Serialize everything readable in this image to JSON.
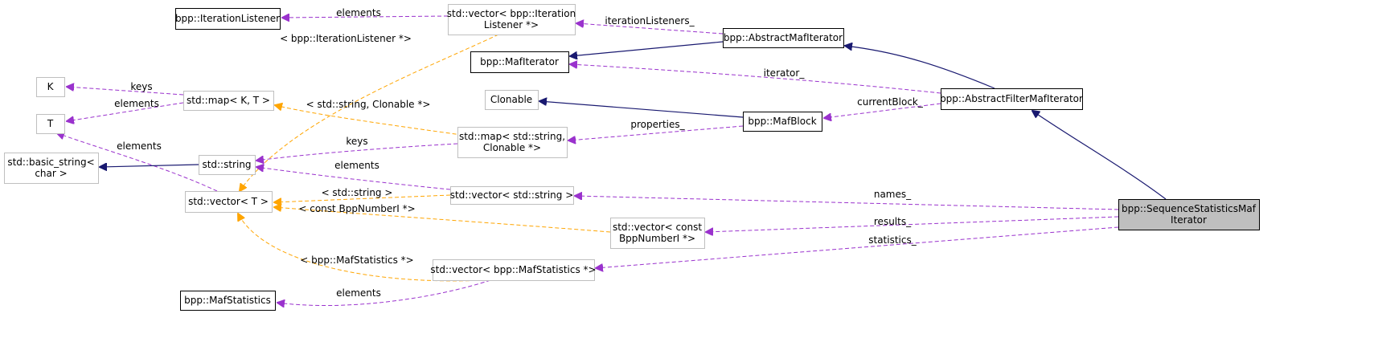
{
  "diagram": {
    "colors": {
      "inheritance": "#191970",
      "usage": "#9a32cd",
      "template": "#ffa500",
      "box_stroke_default": "#bfbfbf",
      "box_stroke_strong": "#000000",
      "box_fill_highlight": "#bfbfbf"
    },
    "nodes": [
      {
        "id": "iteration_listener",
        "lines": [
          "bpp::IterationListener"
        ],
        "style": "strong"
      },
      {
        "id": "vector_iteration_listener",
        "lines": [
          "std::vector< bpp::Iteration",
          "Listener *>"
        ],
        "style": "default"
      },
      {
        "id": "abstract_maf_iterator",
        "lines": [
          "bpp::AbstractMafIterator"
        ],
        "style": "strong"
      },
      {
        "id": "maf_iterator",
        "lines": [
          "bpp::MafIterator"
        ],
        "style": "strong"
      },
      {
        "id": "k_node",
        "lines": [
          "K"
        ],
        "style": "default"
      },
      {
        "id": "t_node",
        "lines": [
          "T"
        ],
        "style": "default"
      },
      {
        "id": "map_k_t",
        "lines": [
          "std::map< K, T >"
        ],
        "style": "default"
      },
      {
        "id": "clonable",
        "lines": [
          "Clonable"
        ],
        "style": "default"
      },
      {
        "id": "maf_block",
        "lines": [
          "bpp::MafBlock"
        ],
        "style": "strong"
      },
      {
        "id": "abstract_filter_maf_iterator",
        "lines": [
          "bpp::AbstractFilterMafIterator"
        ],
        "style": "strong"
      },
      {
        "id": "map_string_clonable",
        "lines": [
          "std::map< std::string,",
          "Clonable *>"
        ],
        "style": "default"
      },
      {
        "id": "basic_string",
        "lines": [
          "std::basic_string<",
          "char >"
        ],
        "style": "default"
      },
      {
        "id": "std_string",
        "lines": [
          "std::string"
        ],
        "style": "default"
      },
      {
        "id": "vector_t",
        "lines": [
          "std::vector< T >"
        ],
        "style": "default"
      },
      {
        "id": "vector_string",
        "lines": [
          "std::vector< std::string >"
        ],
        "style": "default"
      },
      {
        "id": "vector_bpp_number",
        "lines": [
          "std::vector< const",
          "BppNumberI *>"
        ],
        "style": "default"
      },
      {
        "id": "sequence_statistics",
        "lines": [
          "bpp::SequenceStatisticsMaf",
          "Iterator"
        ],
        "style": "highlight"
      },
      {
        "id": "vector_maf_statistics",
        "lines": [
          "std::vector< bpp::MafStatistics *>"
        ],
        "style": "default"
      },
      {
        "id": "maf_statistics",
        "lines": [
          "bpp::MafStatistics"
        ],
        "style": "strong"
      }
    ],
    "edges": [
      {
        "id": "e1",
        "kind": "usage",
        "label": "elements",
        "from": "vector_iteration_listener",
        "to": "iteration_listener"
      },
      {
        "id": "e2",
        "kind": "usage",
        "label": "iterationListeners_",
        "from": "abstract_maf_iterator",
        "to": "vector_iteration_listener"
      },
      {
        "id": "e3",
        "kind": "inheritance",
        "label": "",
        "from": "abstract_maf_iterator",
        "to": "maf_iterator"
      },
      {
        "id": "e4",
        "kind": "template",
        "label": "< bpp::IterationListener *>",
        "from": "vector_iteration_listener",
        "to": "vector_t"
      },
      {
        "id": "e5",
        "kind": "usage",
        "label": "keys",
        "from": "map_k_t",
        "to": "k_node"
      },
      {
        "id": "e6",
        "kind": "usage",
        "label": "elements",
        "from": "map_k_t",
        "to": "t_node"
      },
      {
        "id": "e7",
        "kind": "usage",
        "label": "elements",
        "from": "vector_t",
        "to": "t_node"
      },
      {
        "id": "e8",
        "kind": "inheritance",
        "label": "",
        "from": "abstract_filter_maf_iterator",
        "to": "abstract_maf_iterator"
      },
      {
        "id": "e9",
        "kind": "usage",
        "label": "iterator_",
        "from": "abstract_filter_maf_iterator",
        "to": "maf_iterator"
      },
      {
        "id": "e10",
        "kind": "inheritance",
        "label": "",
        "from": "maf_block",
        "to": "clonable"
      },
      {
        "id": "e11",
        "kind": "usage",
        "label": "currentBlock_",
        "from": "abstract_filter_maf_iterator",
        "to": "maf_block"
      },
      {
        "id": "e12",
        "kind": "template",
        "label": "< std::string, Clonable *>",
        "from": "map_string_clonable",
        "to": "map_k_t"
      },
      {
        "id": "e13",
        "kind": "usage",
        "label": "properties_",
        "from": "maf_block",
        "to": "map_string_clonable"
      },
      {
        "id": "e14",
        "kind": "usage",
        "label": "keys",
        "from": "map_string_clonable",
        "to": "std_string"
      },
      {
        "id": "e15",
        "kind": "inheritance",
        "label": "",
        "from": "std_string",
        "to": "basic_string"
      },
      {
        "id": "e16",
        "kind": "usage",
        "label": "elements",
        "from": "vector_string",
        "to": "std_string"
      },
      {
        "id": "e17",
        "kind": "template",
        "label": "< std::string >",
        "from": "vector_string",
        "to": "vector_t"
      },
      {
        "id": "e18",
        "kind": "template",
        "label": "< const BppNumberI *>",
        "from": "vector_bpp_number",
        "to": "vector_t"
      },
      {
        "id": "e19",
        "kind": "template",
        "label": "< bpp::MafStatistics *>",
        "from": "vector_maf_statistics",
        "to": "vector_t"
      },
      {
        "id": "e20",
        "kind": "inheritance",
        "label": "",
        "from": "sequence_statistics",
        "to": "abstract_filter_maf_iterator"
      },
      {
        "id": "e21",
        "kind": "usage",
        "label": "names_",
        "from": "sequence_statistics",
        "to": "vector_string"
      },
      {
        "id": "e22",
        "kind": "usage",
        "label": "results_",
        "from": "sequence_statistics",
        "to": "vector_bpp_number"
      },
      {
        "id": "e23",
        "kind": "usage",
        "label": "statistics_",
        "from": "sequence_statistics",
        "to": "vector_maf_statistics"
      },
      {
        "id": "e24",
        "kind": "usage",
        "label": "elements",
        "from": "vector_maf_statistics",
        "to": "maf_statistics"
      }
    ]
  }
}
